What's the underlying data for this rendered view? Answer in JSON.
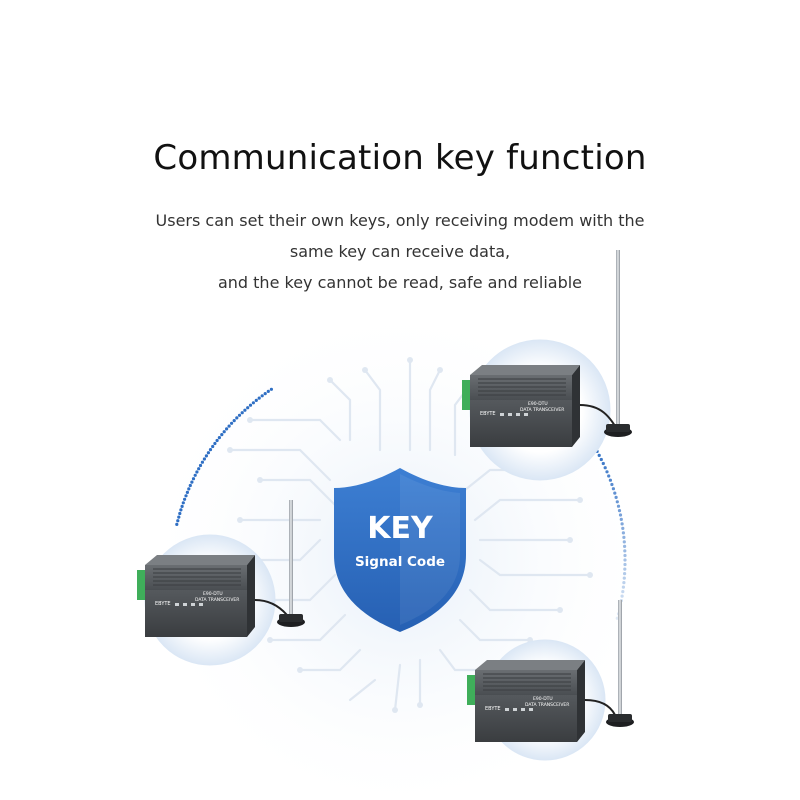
{
  "heading": {
    "title": "Communication key function",
    "description": [
      "Users can set their own keys, only receiving modem with the",
      "same key can receive data,",
      "and the key cannot be read, safe and reliable"
    ]
  },
  "shield": {
    "key_label": "KEY",
    "code_label": "Signal Code",
    "color": "#2f6fc4"
  },
  "device": {
    "brand": "EBYTE",
    "model": "E90-DTU",
    "type_label": "DATA TRANSCEIVER"
  }
}
